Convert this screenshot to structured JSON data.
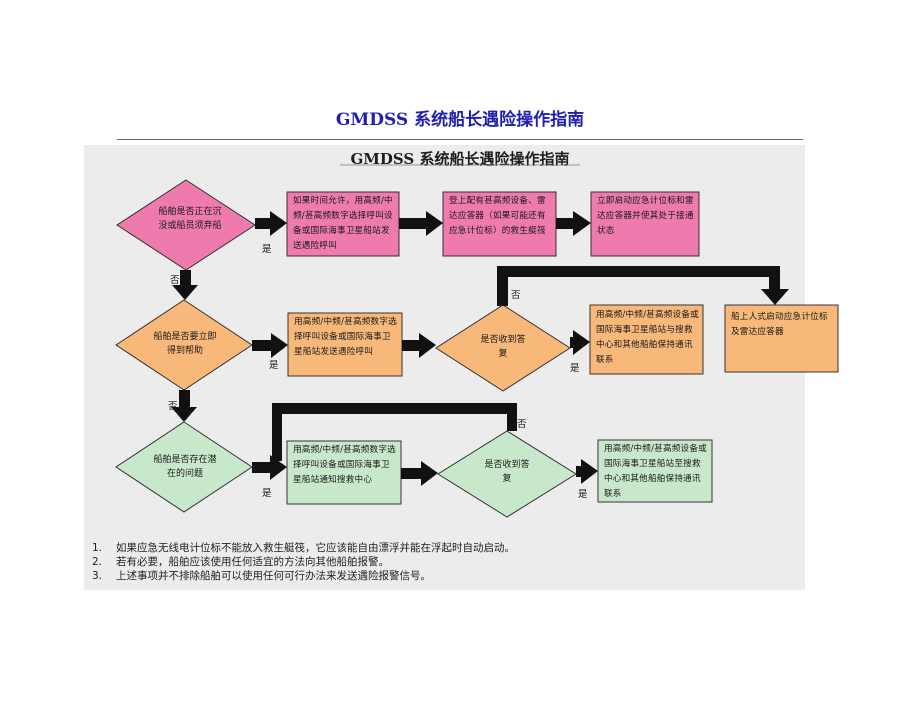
{
  "header": {
    "title": "GMDSS 系统船长遇险操作指南"
  },
  "figure": {
    "title": "GMDSS 系统船长遇险操作指南"
  },
  "colors": {
    "pink": "#ee7aae",
    "orange": "#f7b87a",
    "green": "#c8e8cc",
    "title_blue": "#1f1fb0",
    "arrow": "#111111"
  },
  "nodes": {
    "d1": {
      "text": "船舶是否正在沉没或船员须弃船"
    },
    "b1": {
      "text": "如果时间允许，用高频/中频/甚高频数字选择呼叫设备或国际海事卫星船站发送遇险呼叫"
    },
    "b2": {
      "text": "登上配有甚高频设备、雷达应答器（如果可能还有应急计位标）的救生艇筏"
    },
    "b3": {
      "text": "立即启动应急计位标和雷达应答器并使其处于接通状态"
    },
    "d2": {
      "text": "船舶是否要立即得到帮助"
    },
    "b4": {
      "text": "用高频/中频/甚高频数字选择呼叫设备或国际海事卫星船站发送遇险呼叫"
    },
    "d3": {
      "text": "是否收到答复"
    },
    "b5": {
      "text": "用高频/中频/甚高频设备或国际海事卫星船站与搜救中心和其他船舶保持通讯联系"
    },
    "b6": {
      "text": "船上人式启动应急计位标及雷达应答器"
    },
    "d4": {
      "text": "船舶是否存在潜在的问题"
    },
    "b7": {
      "text": "用高频/中频/甚高频数字选择呼叫设备或国际海事卫星船站通知搜救中心"
    },
    "d5": {
      "text": "是否收到答复"
    },
    "b8": {
      "text": "用高频/中频/甚高频设备或国际海事卫星船站至搜救中心和其他船舶保持通讯联系"
    }
  },
  "edge_labels": {
    "yes": "是",
    "no": "否"
  },
  "notes": [
    {
      "num": "1.",
      "text": "如果应急无线电计位标不能放入救生艇筏，它应该能自由漂浮并能在浮起时自动启动。"
    },
    {
      "num": "2.",
      "text": "若有必要，船舶应该使用任何适宜的方法向其他船舶报警。"
    },
    {
      "num": "3.",
      "text": "上述事项并不排除船舶可以使用任何可行办法来发送遇险报警信号。"
    }
  ]
}
